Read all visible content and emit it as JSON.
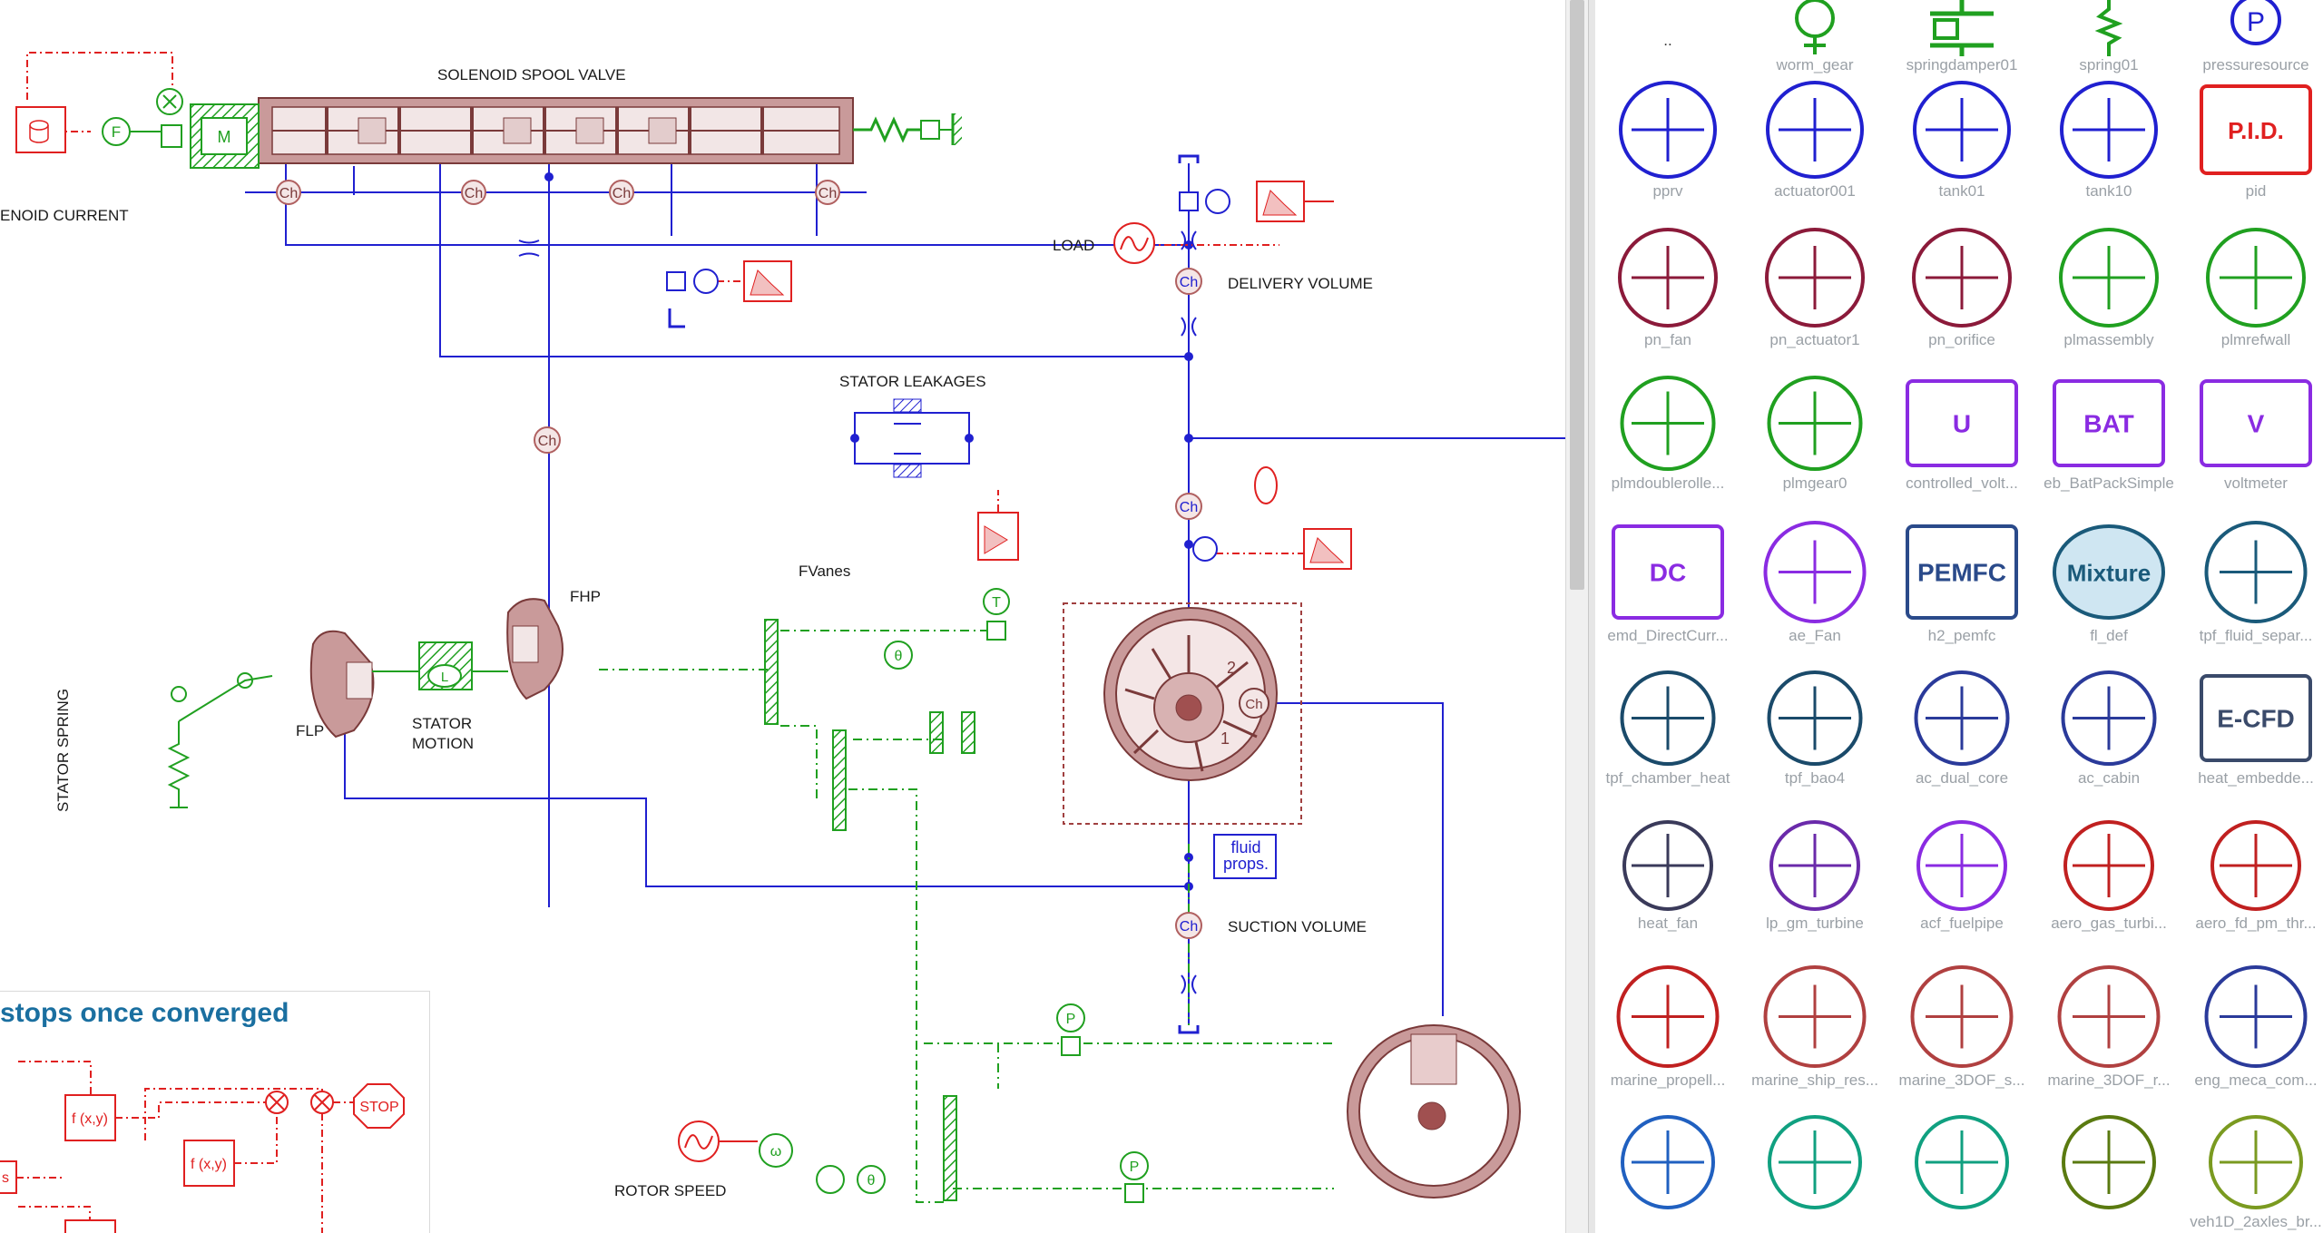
{
  "sketch": {
    "labels": {
      "solenoid_spool_valve": "SOLENOID SPOOL VALVE",
      "solenoid_current": "ENOID CURRENT",
      "load": "LOAD",
      "delivery_volume": "DELIVERY VOLUME",
      "stator_leakages": "STATOR LEAKAGES",
      "fvanes": "FVanes",
      "fhp": "FHP",
      "flp": "FLP",
      "stator_motion": "STATOR\nMOTION",
      "stator_spring": "STATOR SPRING",
      "suction_volume": "SUCTION VOLUME",
      "rotor_speed": "ROTOR SPEED",
      "fluid_props": "fluid\nprops.",
      "converged_note": "stops once converged",
      "ch": "Ch",
      "stop": "STOP",
      "fxy": "f (x,y)",
      "m": "M",
      "f": "F",
      "l": "L",
      "t": "T",
      "p": "P",
      "theta": "θ",
      "omega": "ω",
      "one": "1",
      "two": "2",
      "s_partial": "s"
    },
    "colors": {
      "hydraulic": "#2020d0",
      "signal": "#e02020",
      "mechanical": "#20a020",
      "component": "#b06060"
    }
  },
  "library": {
    "top_row": [
      {
        "label": "..",
        "icon": "parent-dir-icon"
      },
      {
        "label": "worm_gear",
        "icon": "worm-gear-icon"
      },
      {
        "label": "springdamper01",
        "icon": "spring-damper-icon"
      },
      {
        "label": "spring01",
        "icon": "spring-icon"
      },
      {
        "label": "pressuresource",
        "icon": "pressure-source-icon"
      }
    ],
    "rows": [
      [
        {
          "label": "pprv",
          "icon": "pressure-relief-valve-icon"
        },
        {
          "label": "actuator001",
          "icon": "actuator-icon"
        },
        {
          "label": "tank01",
          "icon": "tank-icon"
        },
        {
          "label": "tank10",
          "icon": "tank-filter-icon"
        },
        {
          "label": "pid",
          "icon": "pid-icon",
          "text": "P.I.D."
        }
      ],
      [
        {
          "label": "pn_fan",
          "icon": "pn-fan-icon"
        },
        {
          "label": "pn_actuator1",
          "icon": "pn-actuator-icon"
        },
        {
          "label": "pn_orifice",
          "icon": "pn-orifice-icon"
        },
        {
          "label": "plmassembly",
          "icon": "plm-assembly-icon"
        },
        {
          "label": "plmrefwall",
          "icon": "plm-ref-wall-icon"
        }
      ],
      [
        {
          "label": "plmdoublerolle...",
          "icon": "plm-double-roller-icon"
        },
        {
          "label": "plmgear0",
          "icon": "plm-gear-icon"
        },
        {
          "label": "controlled_volt...",
          "icon": "controlled-voltage-icon",
          "text": "U"
        },
        {
          "label": "eb_BatPackSimple",
          "icon": "battery-pack-icon",
          "text": "BAT"
        },
        {
          "label": "voltmeter",
          "icon": "voltmeter-icon",
          "text": "V"
        }
      ],
      [
        {
          "label": "emd_DirectCurr...",
          "icon": "dc-motor-icon",
          "text": "DC"
        },
        {
          "label": "ae_Fan",
          "icon": "ae-fan-icon"
        },
        {
          "label": "h2_pemfc",
          "icon": "pemfc-icon",
          "text": "PEMFC"
        },
        {
          "label": "fl_def",
          "icon": "fluid-mixture-icon",
          "text": "Mixture"
        },
        {
          "label": "tpf_fluid_separ...",
          "icon": "fluid-separator-icon"
        }
      ],
      [
        {
          "label": "tpf_chamber_heat",
          "icon": "chamber-heat-icon"
        },
        {
          "label": "tpf_bao4",
          "icon": "bao4-icon"
        },
        {
          "label": "ac_dual_core",
          "icon": "dual-core-icon"
        },
        {
          "label": "ac_cabin",
          "icon": "cabin-icon"
        },
        {
          "label": "heat_embedde...",
          "icon": "ecfd-icon",
          "text": "E-CFD"
        }
      ],
      [
        {
          "label": "heat_fan",
          "icon": "heat-fan-icon"
        },
        {
          "label": "lp_gm_turbine",
          "icon": "turbine-icon"
        },
        {
          "label": "acf_fuelpipe",
          "icon": "fuel-pipe-icon"
        },
        {
          "label": "aero_gas_turbi...",
          "icon": "gas-turbine-icon"
        },
        {
          "label": "aero_fd_pm_thr...",
          "icon": "thruster-icon"
        }
      ],
      [
        {
          "label": "marine_propell...",
          "icon": "marine-propeller-icon"
        },
        {
          "label": "marine_ship_res...",
          "icon": "ship-resistance-icon"
        },
        {
          "label": "marine_3DOF_s...",
          "icon": "marine-3dof-ship-icon"
        },
        {
          "label": "marine_3DOF_r...",
          "icon": "marine-3dof-rudder-icon"
        },
        {
          "label": "eng_meca_com...",
          "icon": "engine-mech-icon"
        }
      ],
      [
        {
          "label": "",
          "icon": "pipe-bend-icon"
        },
        {
          "label": "",
          "icon": "engine-block-icon"
        },
        {
          "label": "",
          "icon": "gearbox-icon"
        },
        {
          "label": "",
          "icon": "alpha-gear-icon"
        },
        {
          "label": "veh1D_2axles_br...",
          "icon": "vehicle-icon"
        }
      ]
    ]
  }
}
